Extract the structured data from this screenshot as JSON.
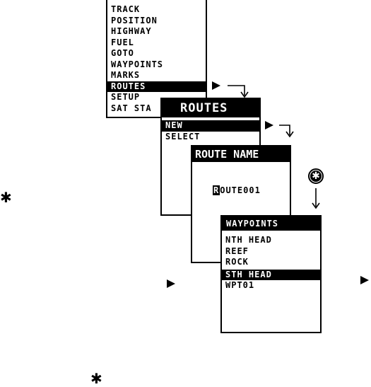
{
  "main_menu": {
    "items": [
      "TRACK",
      "POSITION",
      "HIGHWAY",
      "FUEL",
      "GOTO",
      "WAYPOINTS",
      "MARKS",
      "ROUTES",
      "SETUP",
      "SAT STA"
    ],
    "selected_index": 7
  },
  "routes_menu": {
    "title": "ROUTES",
    "items": [
      "NEW",
      "SELECT"
    ],
    "selected_index": 0
  },
  "route_name_screen": {
    "title": "ROUTE NAME",
    "cursor_char": "R",
    "value_rest": "OUTE001"
  },
  "waypoints_menu": {
    "title": "WAYPOINTS",
    "items": [
      "NTH HEAD",
      "REEF",
      "ROCK",
      "STH HEAD",
      "WPT01"
    ],
    "selected_index": 3
  },
  "icons": {
    "enter_key": "asterisk-circle-icon",
    "step_arrow": "right-triangle-icon",
    "bent_arrow": "bent-down-arrow-icon",
    "asterisk": "asterisk-icon"
  }
}
